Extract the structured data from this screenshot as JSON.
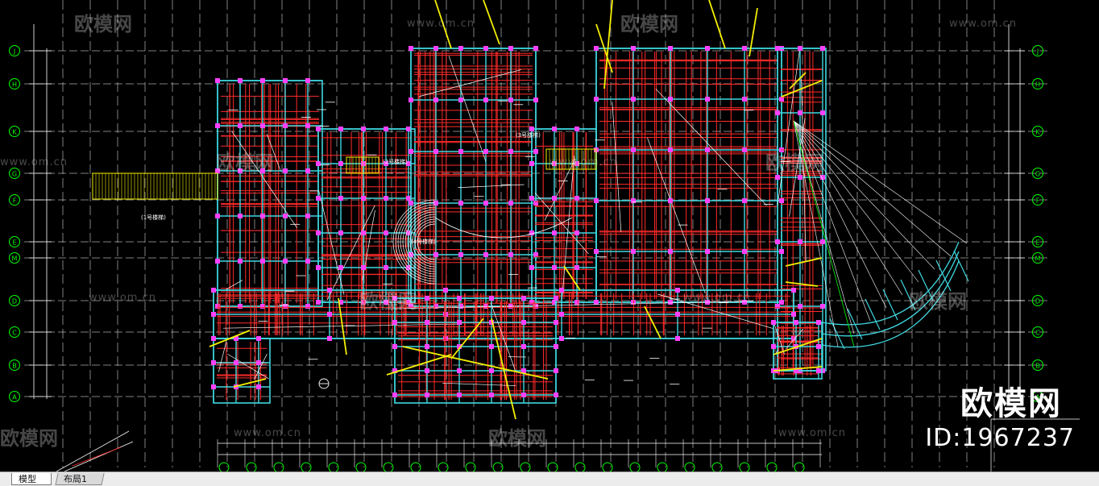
{
  "watermark": {
    "brand": "欧模网",
    "url": "www.om.cn"
  },
  "branding": {
    "title": "欧模网",
    "id_label": "ID:1967237"
  },
  "tabs": [
    {
      "label": "模型",
      "active": true
    },
    {
      "label": "布局1",
      "active": false
    }
  ],
  "grid_axis_labels": [
    "J",
    "H",
    "K",
    "G",
    "F",
    "E",
    "M",
    "D",
    "C",
    "B",
    "A"
  ],
  "drawing_labels": {
    "stair1": "(1号楼梯)",
    "stair2": "(2号楼梯)",
    "stair3": "(3号楼梯)",
    "stair4": "(4号楼梯)"
  },
  "colors": {
    "background": "#000000",
    "grid": "#ffffff",
    "axis_bubble": "#00ff00",
    "beam_cyan": "#3fd8e0",
    "slab_red": "#ff2a2a",
    "accent_yellow": "#f5f000",
    "column_magenta": "#ff40ff"
  }
}
